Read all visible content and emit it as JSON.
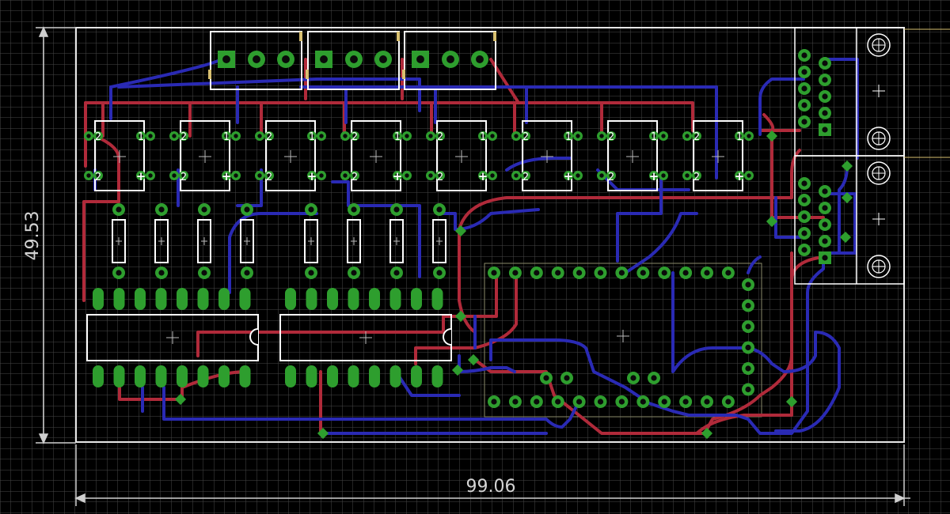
{
  "dimensions": {
    "height_label": "49.53",
    "width_label": "99.06"
  },
  "colors": {
    "background": "#000000",
    "grid": "#4a4a4a",
    "outline": "#e6e6e6",
    "top_trace": "#b02a3a",
    "bottom_trace": "#2a2ab4",
    "pad": "#2e9e2e",
    "silkscreen": "#ffffff"
  },
  "relay_pin_marks": {
    "top_left": "2",
    "top_right": "1",
    "bottom_left": "2",
    "bottom_right": "+"
  },
  "counts": {
    "relays": 8,
    "resistors": 8,
    "dip_ics": 2,
    "terminal_blocks": 3
  }
}
